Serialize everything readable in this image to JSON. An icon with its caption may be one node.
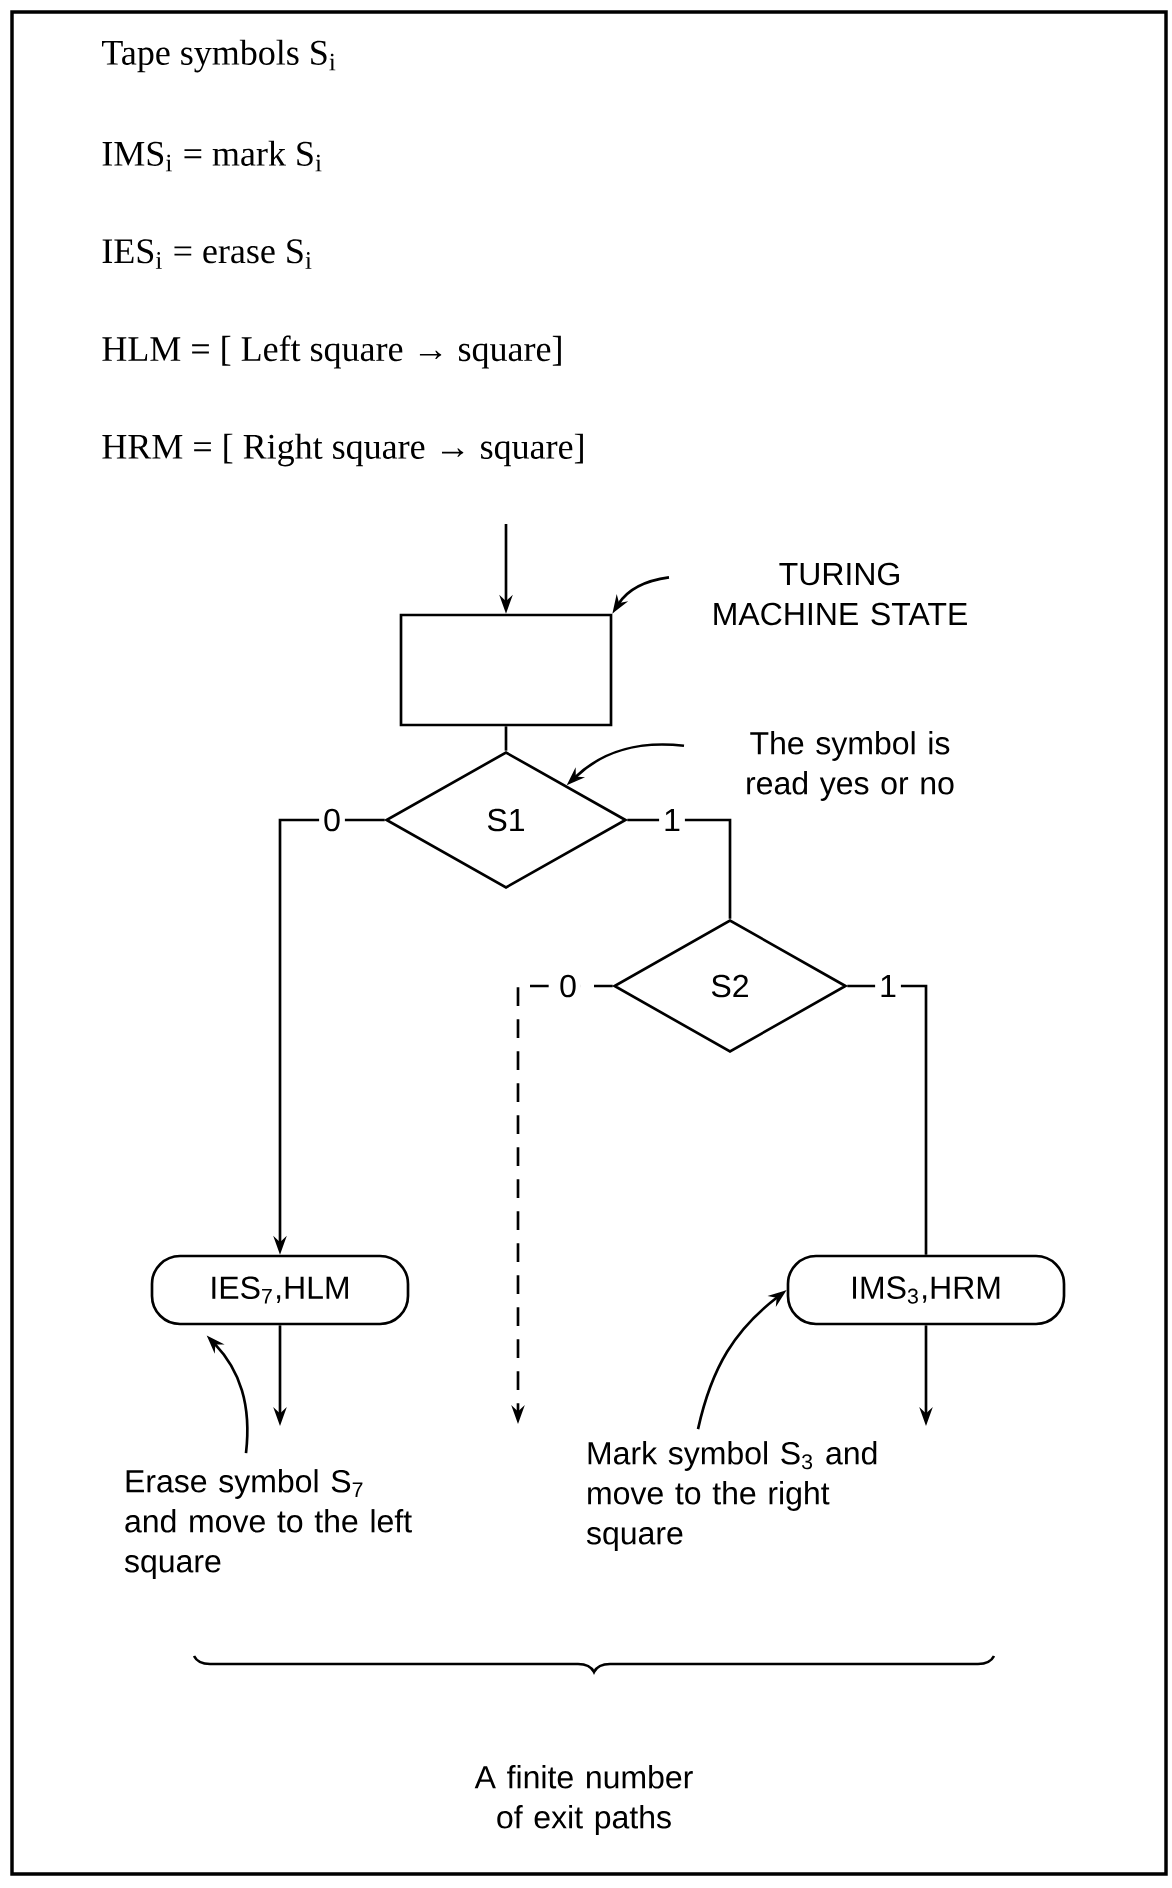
{
  "diagram": {
    "nodes": [
      {
        "text": [
          "TURING MACHINE STATE"
        ]
      },
      {
        "text": [],
        "shape": "box"
      },
      {
        "text": [
          "The symbol is read yes or no"
        ]
      },
      {
        "text": [
          "S1"
        ]
      },
      {
        "text": [
          "S2"
        ]
      },
      {
        "text": [
          "IES$_{7}$,HLM"
        ]
      },
      {
        "text": [
          "IMS$_{3}$,HRM"
        ]
      },
      {
        "text": [
          "Erase symbol S$_{7}$ and move to the left square"
        ]
      },
      {
        "text": [
          "Mark symbol S$_{3}$ and move to the right square"
        ]
      }
    ],
    "edges": [
      {
        "from": null,
        "to": 1,
        "arrow": "to"
      },
      {
        "from": 0,
        "to": 1,
        "arrow": "to"
      },
      {
        "from": 1,
        "to": 3,
        "arrow": "none"
      },
      {
        "from": 2,
        "to": 3,
        "arrow": "to"
      },
      {
        "from": 3,
        "to": 5,
        "arrow": "to",
        "label": "0"
      },
      {
        "from": 3,
        "to": 4,
        "arrow": "none",
        "label": "1"
      },
      {
        "from": 4,
        "to": null,
        "arrow": "to",
        "label": "0",
        "style": "dashed"
      },
      {
        "from": 4,
        "to": 6,
        "arrow": "none",
        "label": "1"
      },
      {
        "from": 5,
        "to": null,
        "arrow": "to"
      },
      {
        "from": 6,
        "to": null,
        "arrow": "to"
      },
      {
        "from": 7,
        "to": 5,
        "arrow": "to"
      },
      {
        "from": 8,
        "to": 6,
        "arrow": "to"
      }
    ],
    "labels": [
      "Tape symbols S$_{i}$",
      "IMS$_{i}$ = mark S$_{i}$",
      "IES$_{i}$ = erase S$_{i}$",
      "HLM = [ Left square → square]",
      "HRM = [ Right square → square]",
      "A finite number of exit paths"
    ]
  }
}
